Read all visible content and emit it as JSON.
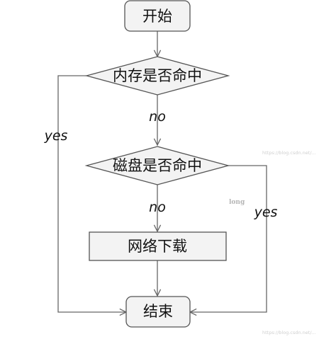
{
  "nodes": {
    "start": "开始",
    "memory_hit": "内存是否命中",
    "disk_hit": "磁盘是否命中",
    "download": "网络下载",
    "end": "结束"
  },
  "edge_labels": {
    "memory_no": "no",
    "memory_yes": "yes",
    "disk_no": "no",
    "disk_yes": "yes"
  },
  "watermarks": {
    "mid": "long",
    "url_1": "https://blog.csdn.net/...",
    "url_2": "https://blog.csdn.net/..."
  },
  "colors": {
    "shape_fill": "#f3f3f3",
    "stroke": "#555555",
    "text": "#111111"
  }
}
